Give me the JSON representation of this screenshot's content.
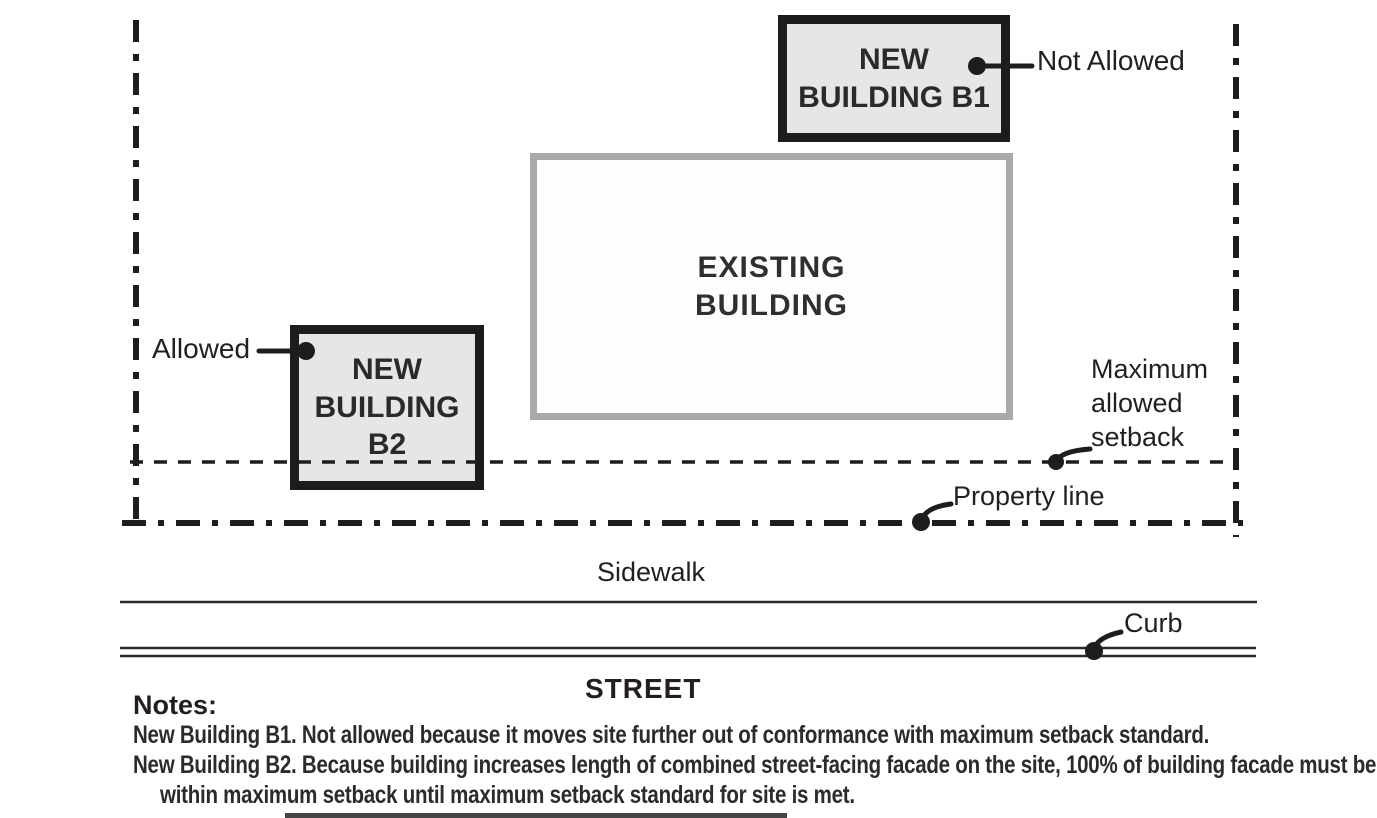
{
  "colors": {
    "ink": "#231f20",
    "line": "#1d1d1d",
    "new_building_fill": "#e6e6e6",
    "new_building_border": "#1c1c1c",
    "existing_building_border": "#a9a9a9"
  },
  "site": {
    "buildings": {
      "new_b1": {
        "label": "NEW\nBUILDING B1"
      },
      "existing": {
        "label": "EXISTING\nBUILDING"
      },
      "new_b2": {
        "label": "NEW\nBUILDING\nB2"
      }
    },
    "annotations": {
      "not_allowed": "Not Allowed",
      "allowed": "Allowed",
      "max_setback": "Maximum\nallowed\nsetback",
      "property_line": "Property line",
      "sidewalk": "Sidewalk",
      "curb": "Curb",
      "street": "STREET"
    }
  },
  "notes": {
    "title": "Notes:",
    "line1": "New Building B1. Not allowed because it moves site further out of conformance with maximum setback standard.",
    "line2": "New Building B2. Because building increases length of combined street-facing facade on the site, 100% of building facade must be",
    "line3": "within maximum setback until maximum setback standard for site is met."
  }
}
